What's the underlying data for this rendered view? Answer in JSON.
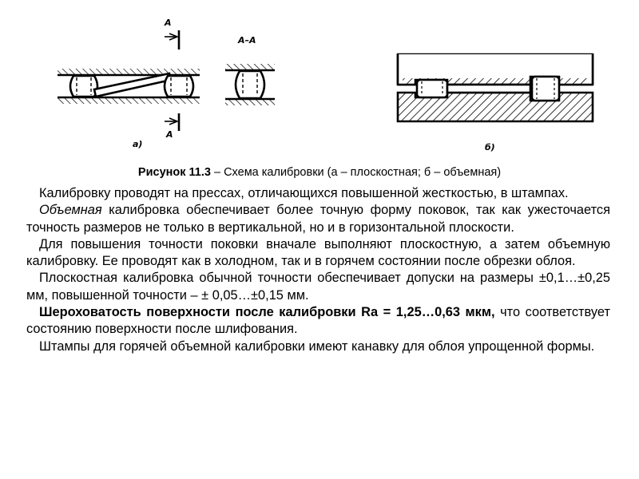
{
  "figure": {
    "section_label": "А",
    "section_label_bottom": "А",
    "section_view_label": "А–А",
    "label_a": "а)",
    "label_b": "б)"
  },
  "caption": {
    "bold": "Рисунок 11.3",
    "text": " – Схема калибровки (а – плоскостная; б – объемная)"
  },
  "paragraphs": {
    "p1": "Калибровку проводят на прессах, отличающихся повышенной жесткостью, в штампах.",
    "p2_italic": "Объемная",
    "p2_rest": " калибровка обеспечивает более точную форму поковок, так как ужесточается точность размеров не только в вертикальной, но и в горизонтальной плоскости.",
    "p3": "Для повышения точности поковки вначале выполняют плоскостную, а затем объемную калибровку. Ее проводят как в холодном, так и в горячем состоянии после обрезки облоя.",
    "p4": "Плоскостная калибровка обычной точности обеспечивает допуски на размеры ±0,1…±0,25 мм, повышенной точности – ± 0,05…±0,15 мм.",
    "p5_bold": "Шероховатость поверхности после калибровки Ra = 1,25…0,63 мкм,",
    "p5_rest": " что соответствует состоянию поверхности  после шлифования.",
    "p6": "Штампы для горячей объемной калибровки имеют канавку для облоя упрощенной формы."
  }
}
